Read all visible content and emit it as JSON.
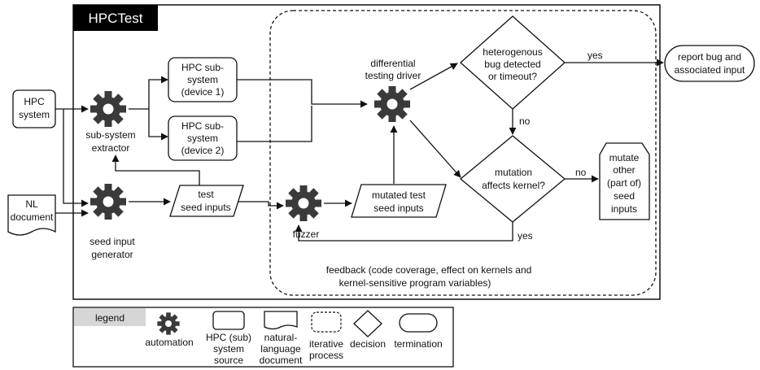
{
  "title": "HPCTest",
  "nodes": {
    "hpc_system": [
      "HPC",
      "system"
    ],
    "nl_document": [
      "NL",
      "document"
    ],
    "extractor": [
      "sub-system",
      "extractor"
    ],
    "generator": [
      "seed input",
      "generator"
    ],
    "device1": [
      "HPC sub-",
      "system",
      "(device 1)"
    ],
    "device2": [
      "HPC sub-",
      "system",
      "(device 2)"
    ],
    "test_seed": [
      "test",
      "seed inputs"
    ],
    "fuzzer": [
      "fuzzer"
    ],
    "mutated_seed": [
      "mutated test",
      "seed inputs"
    ],
    "driver": [
      "differential",
      "testing driver"
    ],
    "decision_bug": [
      "heterogenous",
      "bug detected",
      "or timeout?"
    ],
    "decision_mutation": [
      "mutation",
      "affects kernel?"
    ],
    "report": [
      "report bug and",
      "associated input"
    ],
    "mutate_other": [
      "mutate",
      "other",
      "(part of)",
      "seed",
      "inputs"
    ]
  },
  "edge_labels": {
    "yes_top": "yes",
    "no_down": "no",
    "no_right": "no",
    "yes_bottom": "yes"
  },
  "feedback": [
    "feedback (code coverage, effect on kernels and",
    "kernel-sensitive program variables)"
  ],
  "legend": {
    "title": "legend",
    "items": {
      "automation": [
        "automation"
      ],
      "source": [
        "HPC (sub)",
        "system",
        "source"
      ],
      "document": [
        "natural-",
        "language",
        "document"
      ],
      "iterative": [
        "iterative",
        "process"
      ],
      "decision": [
        "decision"
      ],
      "termination": [
        "termination"
      ]
    }
  }
}
